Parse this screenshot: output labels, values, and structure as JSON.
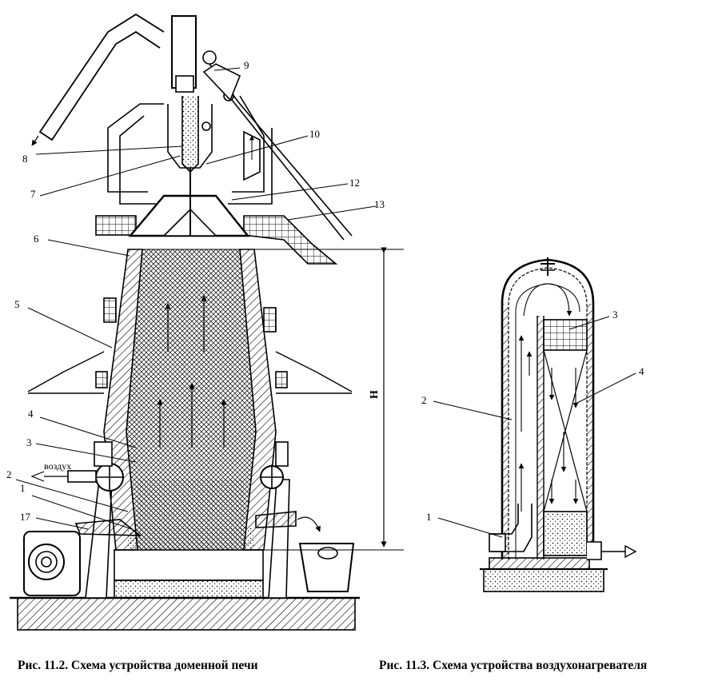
{
  "figure_1": {
    "caption": "Рис. 11.2. Схема устройства доменной печи",
    "labels": [
      "1",
      "2",
      "3",
      "4",
      "5",
      "6",
      "7",
      "8",
      "9",
      "10",
      "12",
      "13",
      "17"
    ],
    "air_label": "воздух",
    "height_label": "H"
  },
  "figure_2": {
    "caption": "Рис. 11.3. Схема устройства воздухонагревателя",
    "labels": [
      "1",
      "2",
      "3",
      "4"
    ]
  }
}
